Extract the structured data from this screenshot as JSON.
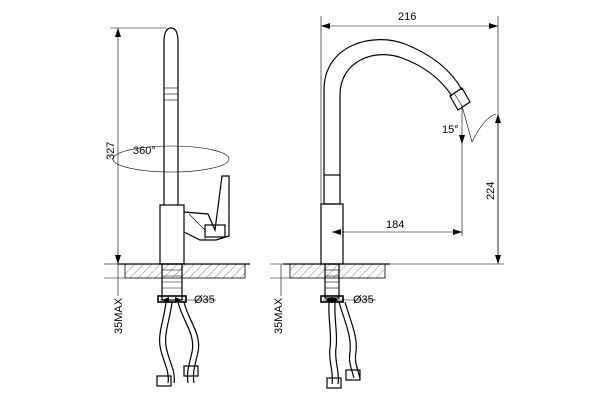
{
  "drawing": {
    "left_view": {
      "height_dim": "327",
      "rotation_label": "360°",
      "mount_dim": "35MAX",
      "diameter_label": "Ø35"
    },
    "right_view": {
      "width_dim": "216",
      "reach_dim": "184",
      "spout_height_dim": "224",
      "angle_label": "15°",
      "mount_dim": "35MAX",
      "diameter_label": "Ø35"
    }
  }
}
